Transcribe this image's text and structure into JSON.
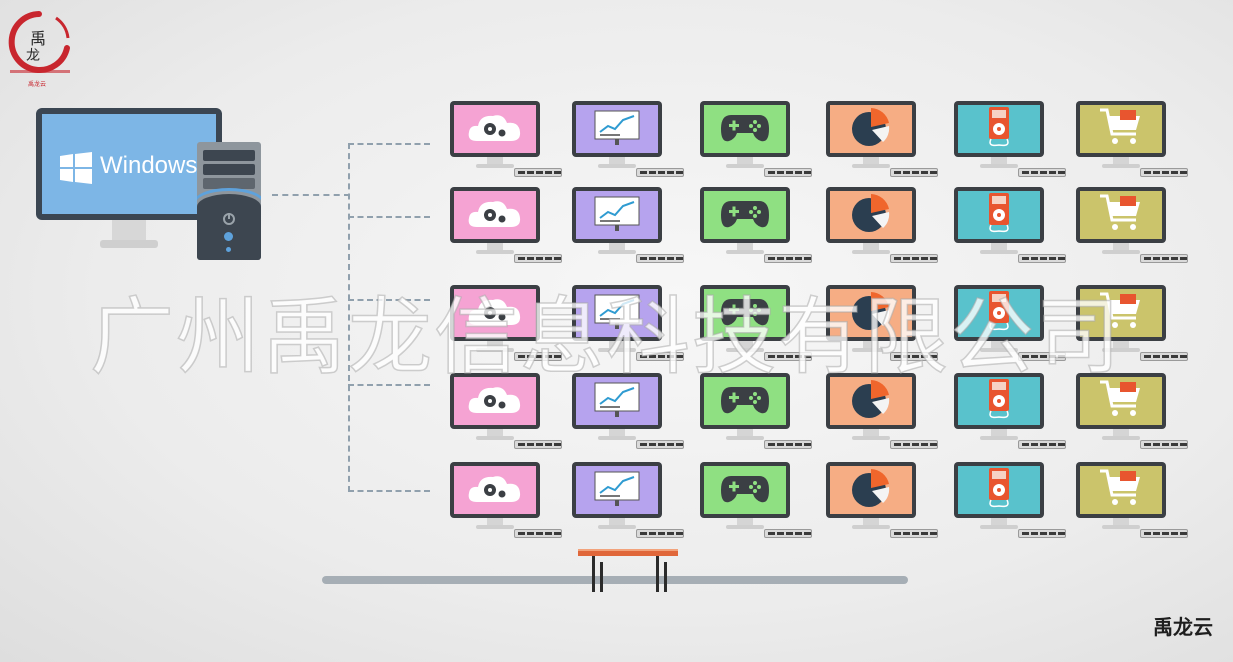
{
  "main_pc": {
    "os_label": "Windows"
  },
  "watermark": {
    "text": "广州禹龙信息科技有限公司"
  },
  "brand": {
    "label": "禹龙云"
  },
  "logo": {
    "text": "禹龙云"
  },
  "grid": {
    "rows": 5,
    "columns": [
      {
        "name": "cloud-settings",
        "color": "#f5a3d3"
      },
      {
        "name": "presentation-chart",
        "color": "#b6a3ee"
      },
      {
        "name": "gamepad",
        "color": "#8fe082"
      },
      {
        "name": "pie-chart",
        "color": "#f6ad84"
      },
      {
        "name": "media-player",
        "color": "#59c2cc"
      },
      {
        "name": "shopping-cart",
        "color": "#cbc46b"
      }
    ]
  },
  "colors": {
    "dashed_line": "#90a0ad",
    "monitor_frame": "#3b3f44",
    "windows_screen": "#7db6e6"
  }
}
